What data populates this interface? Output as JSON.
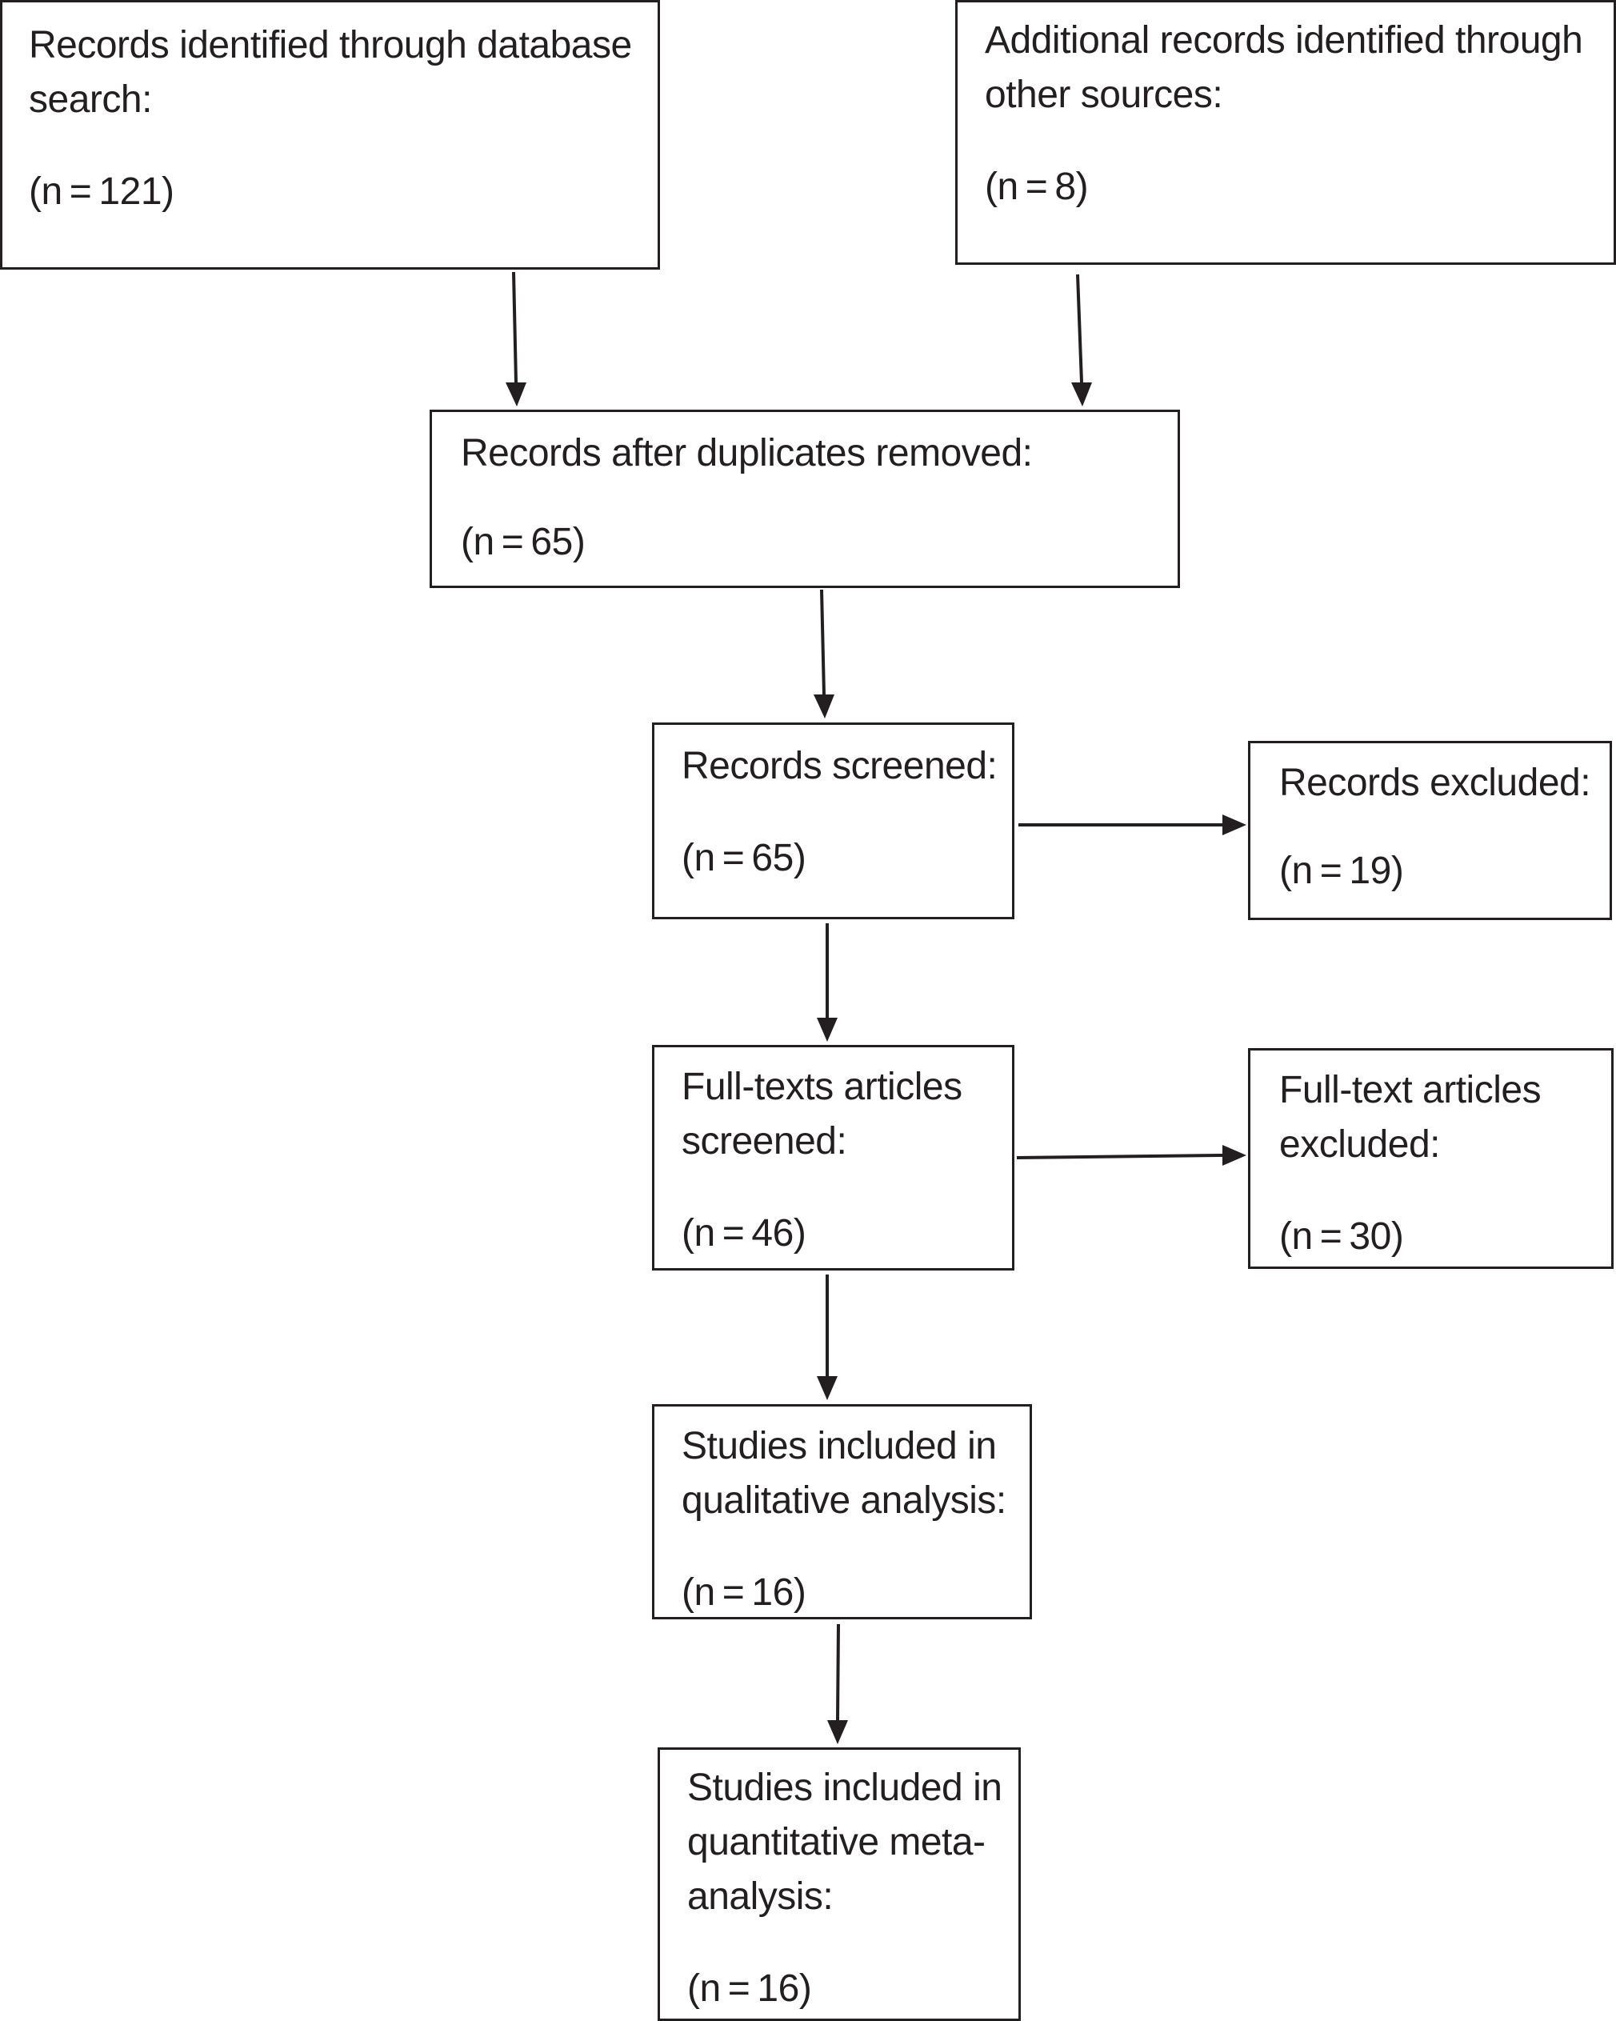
{
  "boxes": {
    "database_search": {
      "line1": "Records identified through database",
      "line2": "search:",
      "count": "(n = 121)"
    },
    "other_sources": {
      "line1": "Additional records identified through",
      "line2": "other sources:",
      "count": "(n = 8)"
    },
    "duplicates_removed": {
      "line1": "Records after duplicates removed:",
      "count": "(n = 65)"
    },
    "records_screened": {
      "line1": "Records screened:",
      "count": "(n = 65)"
    },
    "records_excluded": {
      "line1": "Records excluded:",
      "count": "(n = 19)"
    },
    "fulltext_screened": {
      "line1": "Full-texts articles",
      "line2": "screened:",
      "count": "(n = 46)"
    },
    "fulltext_excluded": {
      "line1": "Full-text articles",
      "line2": "excluded:",
      "count": "(n = 30)"
    },
    "qualitative": {
      "line1": "Studies included in",
      "line2": "qualitative analysis:",
      "count": "(n = 16)"
    },
    "quantitative": {
      "line1": "Studies included in",
      "line2": "quantitative meta-",
      "line3": "analysis:",
      "count": "(n = 16)"
    }
  },
  "colors": {
    "stroke": "#231f20",
    "text": "#231f20",
    "background": "#ffffff"
  }
}
